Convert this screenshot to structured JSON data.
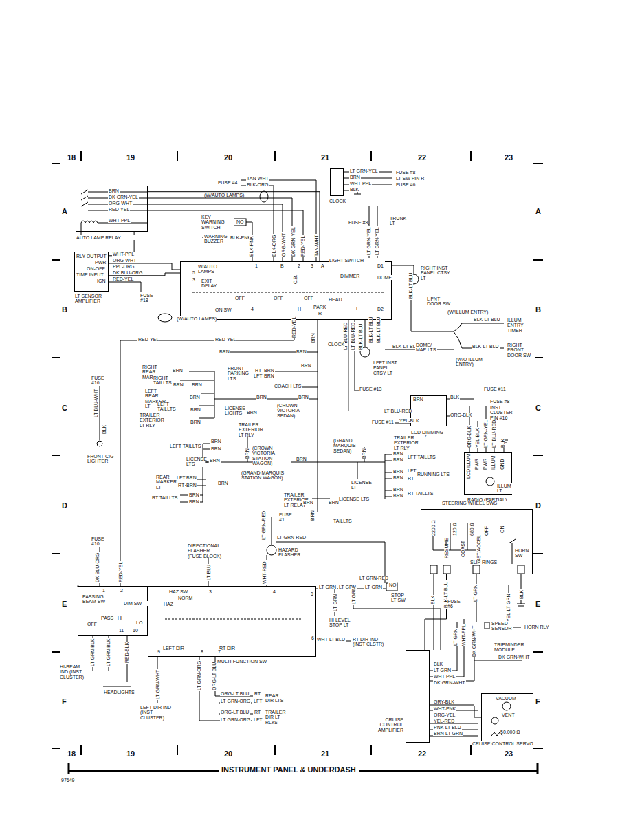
{
  "diagram": {
    "title": "INSTRUMENT PANEL & UNDERDASH",
    "nodes": [
      {
        "text": [
          "AUTO LAMP RELAY"
        ]
      },
      {
        "text": [
          "CLOCK"
        ]
      },
      {
        "text": [
          "LT SENSOR AMPLIFIER"
        ]
      },
      {
        "text": [
          "LIGHT SWITCH"
        ]
      },
      {
        "text": [
          "LCD DIMMING RELAY"
        ]
      },
      {
        "text": [
          "RADIO (PARTIAL)"
        ]
      },
      {
        "text": [
          "STEERING WHEEL SWS"
        ]
      },
      {
        "text": [
          "PASSING BEAM SW",
          "DIM SW"
        ]
      },
      {
        "text": [
          "MULTI-FUNCTION SW"
        ]
      },
      {
        "text": [
          "CRUISE CONTROL AMPLIFIER"
        ]
      },
      {
        "text": [
          "CRUISE CONTROL SERVO"
        ]
      }
    ],
    "edges": [
      {
        "from": 2,
        "to": 0,
        "arrow": "none"
      },
      {
        "from": 0,
        "to": 3,
        "arrow": "none"
      },
      {
        "from": 2,
        "to": 3,
        "arrow": "none"
      },
      {
        "from": 3,
        "to": 4,
        "arrow": "none"
      },
      {
        "from": 6,
        "to": 9,
        "arrow": "none"
      },
      {
        "from": 9,
        "to": 10,
        "arrow": "none"
      }
    ],
    "labels": [
      "18",
      "19",
      "20",
      "21",
      "22",
      "23",
      "18",
      "19",
      "20",
      "21",
      "22",
      "23",
      "A",
      "B",
      "C",
      "D",
      "E",
      "F",
      "A",
      "B",
      "C",
      "D",
      "E",
      "F",
      "97649",
      "BRN",
      "DK GRN-YEL",
      "ORG-WHT",
      "RED-YEL",
      "WHT-PPL",
      "RLY OUTPUT",
      "PWR",
      "ON-OFF",
      "TIME INPUT",
      "IGN",
      "WHT-PPL",
      "ORG-WHT",
      "PPL-ORG",
      "DK BLU-ORG",
      "RED-YEL",
      "FUSE #18",
      "FUSE #4",
      "TAN-WHT",
      "BLK-ORG",
      "(W/AUTO LAMPS)",
      "KEY WARNING SWITCH",
      "NO",
      "WARNING BUZZER",
      "BLK-PNK",
      "BLK-PNK",
      "BLK-ORG",
      "ORG-WHT",
      "DK GRN-YEL",
      "RED-YEL",
      "TAN-WHT",
      "FUSE #8",
      "TRUNK LT",
      "LT GRN-YEL",
      "LT GRN-YEL",
      "LT GRN-YEL",
      "BRN",
      "WHT-PPL",
      "BLK",
      "FUSE #8",
      "LT SW PIN R",
      "FUSE #6",
      "1",
      "B",
      "2",
      "3",
      "A",
      "D1",
      "W/AUTO LAMPS",
      "5",
      "3",
      "EXIT DELAY",
      "C.B.",
      "DIMMER",
      "DOME",
      "OFF",
      "OFF",
      "OFF",
      "HEAD",
      "PARK",
      "ON SW",
      "4",
      "H",
      "R",
      "I",
      "D2",
      "RIGHT INST PANEL CTSY LT",
      "L FNT DOOR SW",
      "(W/ILLUM ENTRY)",
      "ILLUM ENTRY TIMER",
      "BLK-LT BLU",
      "BLK-LT BLU",
      "RIGHT FRONT DOOR SW",
      "(W/O ILLUM ENTRY)",
      "BLK-LT BLU",
      "DOME/ MAP LTS",
      "BLK-LT BLU",
      "LEFT INST PANEL CTSY LT",
      "LT BLU-RED",
      "LT BLU-RED",
      "BLK-LT BLU",
      "BLK-LT BLU",
      "BLK-LT BLU",
      "CLOCK",
      "FUSE #13",
      "RED-YEL",
      "RED-YEL",
      "BRN",
      "BRN",
      "(W/AUTO LAMPS)",
      "RED-YEL",
      "BRN",
      "BRN",
      "BLK",
      "LT BLU-RED",
      "ORG-BLK",
      "FUSE #11",
      "YEL-BLK",
      "FUSE #11",
      "FUSE #8",
      "INST CLUSTER PIN #16",
      "ORG-BLK",
      "YEL-BLK",
      "LT GRN-YEL",
      "LT BLU-RED",
      "BLK",
      "LCD ILLUM",
      "PWR",
      "PWR",
      "ILLUM",
      "GND",
      "ILLUM LT",
      "FUSE #16",
      "LT BLU-WHT",
      "BLK",
      "FRONT CIG LIGHTER",
      "RIGHT REAR MARKER LT",
      "BRN",
      "RIGHT TAILLTS",
      "BRN",
      "BRN",
      "LEFT REAR MARKER LT",
      "BRN",
      "LEFT TAILLTS",
      "BRN",
      "TRAILER EXTERIOR LT RLY",
      "BRN",
      "LICENSE LIGHTS",
      "BRN",
      "BRN",
      "BRN",
      "(CROWN VICTORIA SEDAN)",
      "FRONT PARKING LTS",
      "RT",
      "LFT",
      "BRN",
      "BRN",
      "BRN",
      "COACH LTS",
      "TRAILER EXTERIOR LT RLY",
      "LEFT TAILLTS",
      "BRN",
      "BRN",
      "LICENSE LTS",
      "BRN",
      "BRN",
      "(CROWN VICTORIA STATION WAGON)",
      "BRN",
      "(GRAND MARQUIS SEDAN)",
      "BRN",
      "TRAILER EXTERIOR LT RLY",
      "BRN",
      "BRN",
      "LFT TAILLTS",
      "(GRAND MARQUIS STATION WAGON)",
      "LICENSE LT",
      "BRN",
      "LFT",
      "BRN",
      "RT",
      "RUNNING LTS",
      "BRN",
      "BRN",
      "RT TAILLTS",
      "REAR MARKER LT",
      "LFT",
      "RT",
      "BRN",
      "BRN",
      "BRN",
      "RT TAILLTS",
      "BRN",
      "BRN",
      "TRAILER EXTERIOR LT RELAY",
      "BRN",
      "BRN",
      "LICENSE LTS",
      "BRN",
      "TAILLTS",
      "FUSE #1",
      "LT GRN-RED",
      "LT GRN-RED",
      "HAZARD FLASHER",
      "DIRECTIONAL FLASHER (FUSE BLOCK)",
      "LT BLU",
      "WHT-RED",
      "FUSE #10",
      "DK BLU-ORG",
      "RED-YEL",
      "1",
      "2",
      "PASS",
      "HI",
      "LO",
      "OFF",
      "11",
      "10",
      "HAZ SW",
      "NORM",
      "HAZ",
      "3",
      "4",
      "5",
      "LEFT DIR",
      "RT DIR",
      "6",
      "9",
      "8",
      "7",
      "LT GRN-WHT",
      "LT GRN-ORG",
      "ORG-LT BLU",
      "LEFT DIR IND (INST CLUSTER)",
      "ORG-LT BLU",
      "LT GRN-ORG",
      "RT",
      "LFT",
      "REAR DIR LTS",
      "ORG-LT BLU",
      "LT GRN-ORG",
      "RT",
      "LFT",
      "TRAILER DIR LT RLYS",
      "LT GRN-BLK",
      "LT GRN-BLK",
      "RED-BLK",
      "HI-BEAM IND (INST CLUSTER)",
      "HEADLIGHTS",
      "LT GRN",
      "LT GRN",
      "LT GRN",
      "LT GRN-RED",
      "NO",
      "STOP LT SW",
      "LT GRN",
      "HI LEVEL STOP LT",
      "LT GRN",
      "WHT-LT BLU",
      "RT DIR IND (INST CLSTR)",
      "2200 Ω",
      "120 Ω",
      "680 Ω",
      "RESUME",
      "COAST",
      "SET/ACCEL",
      "OFF",
      "ON",
      "HORN SW",
      "SLIP RINGS",
      "BLK",
      "BLK-LT BLU",
      "LT GRN",
      "BLK",
      "FUSE #6",
      "YEL-LT GRN",
      "HORN RLY",
      "WHT-PPL",
      "LT GRN",
      "SPEED SENSOR",
      "TRIPMINDER MODULE",
      "DK GRN-WHT",
      "DK GRN-WHT",
      "BLK",
      "LT GRN",
      "WHT-PPL",
      "DK GRN-WHT",
      "GRY-BLK",
      "WHT-PNK",
      "ORG-YEL",
      "YEL-RED",
      "PNK-LT BLU",
      "BRN-LT GRN",
      "VACUUM",
      "VENT",
      "50,000 Ω"
    ]
  }
}
